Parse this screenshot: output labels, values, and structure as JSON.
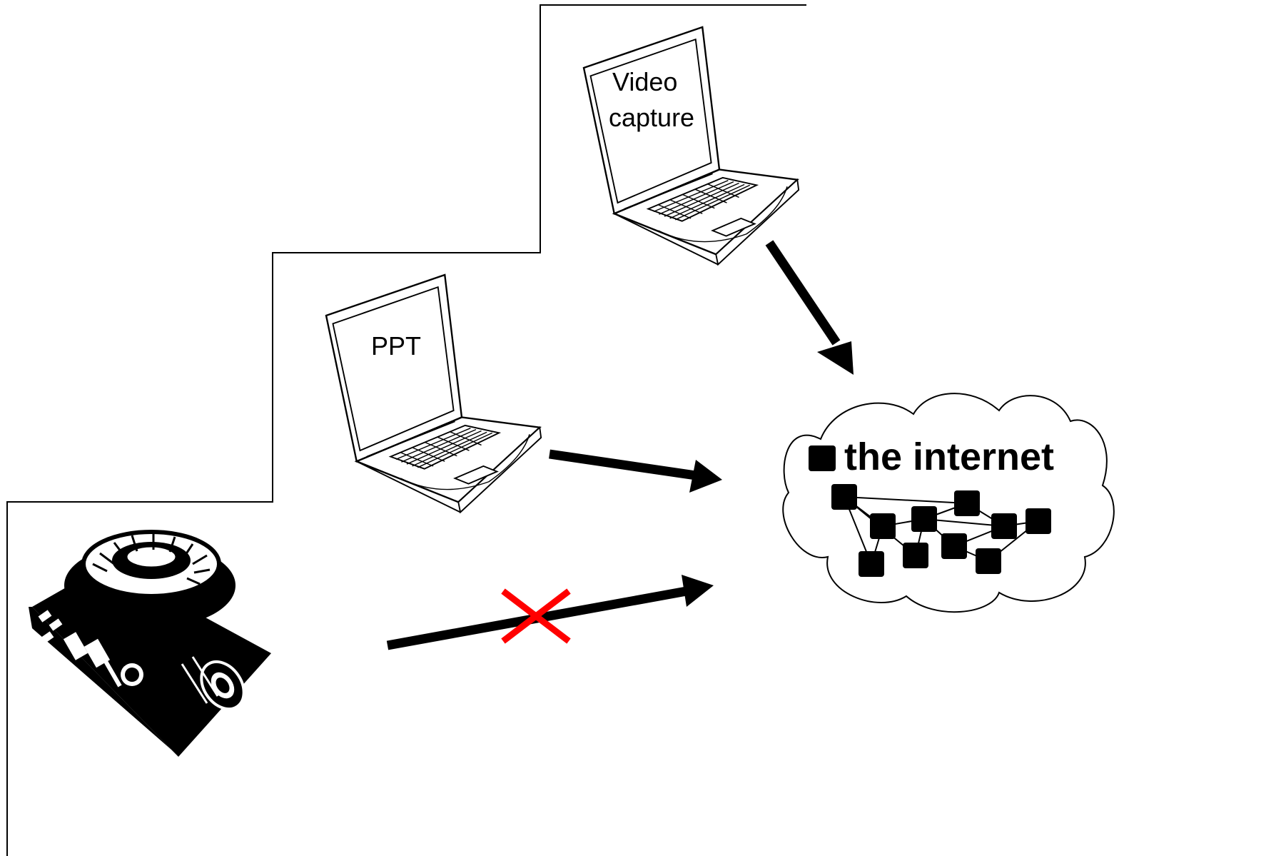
{
  "diagram": {
    "laptop_top": {
      "screen_text_line1": "Video",
      "screen_text_line2": "capture"
    },
    "laptop_mid": {
      "screen_text": "PPT"
    },
    "internet": {
      "label": "the internet"
    }
  },
  "colors": {
    "ink": "#000000",
    "cross": "#ff0000",
    "background": "#ffffff"
  },
  "icons": [
    "slide-projector-icon",
    "laptop-icon",
    "cloud-icon",
    "network-nodes-icon",
    "cross-icon"
  ]
}
